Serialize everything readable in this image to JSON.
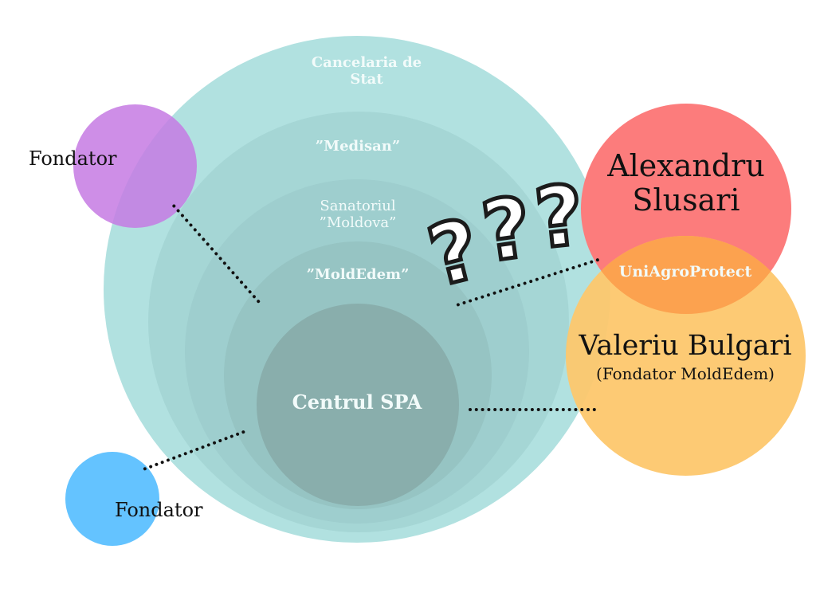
{
  "layers": [
    {
      "id": "cancelaria",
      "label": "Cancelaria de\nStat"
    },
    {
      "id": "medisan",
      "label": "”Medisan”"
    },
    {
      "id": "sanatoriul",
      "label": "Sanatoriul\n”Moldova”"
    },
    {
      "id": "moldedem",
      "label": "”MoldEdem”"
    },
    {
      "id": "centrul",
      "label": "Centrul SPA"
    }
  ],
  "founders": {
    "purple": {
      "label": "Fondator",
      "color": "#c67ae3"
    },
    "blue": {
      "label": "Fondator",
      "color": "#64c3ff"
    }
  },
  "persons": {
    "alexandru": {
      "name": "Alexandru\nSlusari",
      "color": "#fc7c7c"
    },
    "valeriu": {
      "name": "Valeriu Bulgari",
      "note": "(Fondator MoldEdem)",
      "color": "#fdc76d"
    },
    "overlap": {
      "label": "UniAgroProtect",
      "color": "#fca24f"
    }
  },
  "question_marks": [
    "?",
    "?",
    "?"
  ],
  "colors": {
    "outer": "#b1e1e0",
    "ring2": "#a5d6d5",
    "ring3": "#9ecece",
    "ring4": "#96c4c3",
    "core": "#89aeac",
    "connector": "#111111"
  }
}
